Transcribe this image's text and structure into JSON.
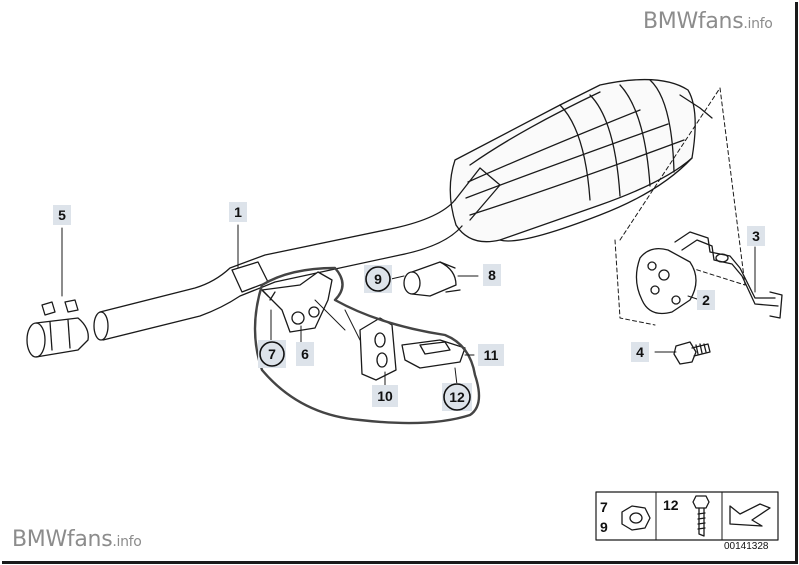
{
  "watermarks": {
    "top": {
      "brand": "BMWfans",
      "suffix": ".info"
    },
    "bottom": {
      "brand": "BMWfans",
      "suffix": ".info"
    }
  },
  "diagram_code": "00141328",
  "part_labels": {
    "p1": "1",
    "p2": "2",
    "p3": "3",
    "p4": "4",
    "p5": "5",
    "p6": "6",
    "p7": "7",
    "p8": "8",
    "p9": "9",
    "p10": "10",
    "p11": "11",
    "p12": "12"
  },
  "legend": {
    "a": "7",
    "b": "9",
    "c": "12"
  },
  "colors": {
    "line": "#1a1a1a",
    "highlight": "#444444",
    "tag": "#dde3ea",
    "watermark": "#8c8c8c"
  }
}
